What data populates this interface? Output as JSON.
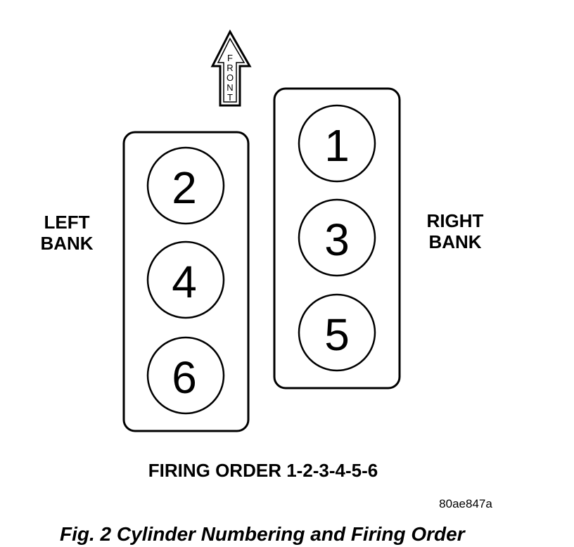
{
  "front_arrow": {
    "letters": [
      "F",
      "R",
      "O",
      "N",
      "T"
    ]
  },
  "left_bank": {
    "label_lines": [
      "LEFT",
      "BANK"
    ],
    "cylinders": [
      "2",
      "4",
      "6"
    ]
  },
  "right_bank": {
    "label_lines": [
      "RIGHT",
      "BANK"
    ],
    "cylinders": [
      "1",
      "3",
      "5"
    ]
  },
  "firing_order": "FIRING ORDER 1-2-3-4-5-6",
  "reference_code": "80ae847a",
  "caption": "Fig. 2 Cylinder Numbering and Firing Order",
  "colors": {
    "line": "#000000",
    "background": "#ffffff"
  }
}
